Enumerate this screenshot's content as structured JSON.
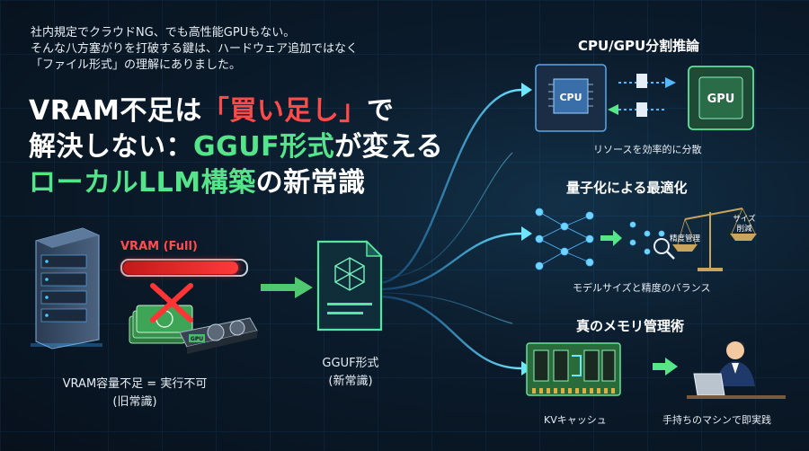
{
  "intro": {
    "line1": "社内規定でクラウドNG、でも高性能GPUもない。",
    "line2": "そんな八方塞がりを打破する鍵は、ハードウェア追加ではなく",
    "line3": "「ファイル形式」の理解にありました。"
  },
  "headline": {
    "l1_a": "VRAM不足は",
    "l1_b": "「買い足し」",
    "l1_c": "で",
    "l2_a": "解決しない：",
    "l2_b": "GGUF形式",
    "l2_c": "が変える",
    "l3_a": "ローカルLLM構築",
    "l3_b": "の新常識"
  },
  "left": {
    "vram_label": "VRAM (Full)",
    "vram_fill": 0.94,
    "gpu_text": "GPU",
    "caption1": "VRAM容量不足 = 実行不可",
    "caption2": "(旧常識)"
  },
  "center": {
    "caption1": "GGUF形式",
    "caption2": "(新常識)"
  },
  "sections": {
    "cpu_gpu": {
      "title": "CPU/GPU分割推論",
      "cpu_label": "CPU",
      "gpu_label": "GPU",
      "caption": "リソースを効率的に分散"
    },
    "quant": {
      "title": "量子化による最適化",
      "left_tag": "精度管理",
      "right_tag1": "サイズ",
      "right_tag2": "削減",
      "caption": "モデルサイズと精度のバランス"
    },
    "memory": {
      "title": "真のメモリ管理術",
      "kv_caption": "KVキャッシュ",
      "pc_caption": "手持ちのマシンで即実践"
    }
  },
  "colors": {
    "accent_green": "#54e58a",
    "accent_red": "#ff4a4a",
    "flow_cyan": "#4fd1ff"
  }
}
